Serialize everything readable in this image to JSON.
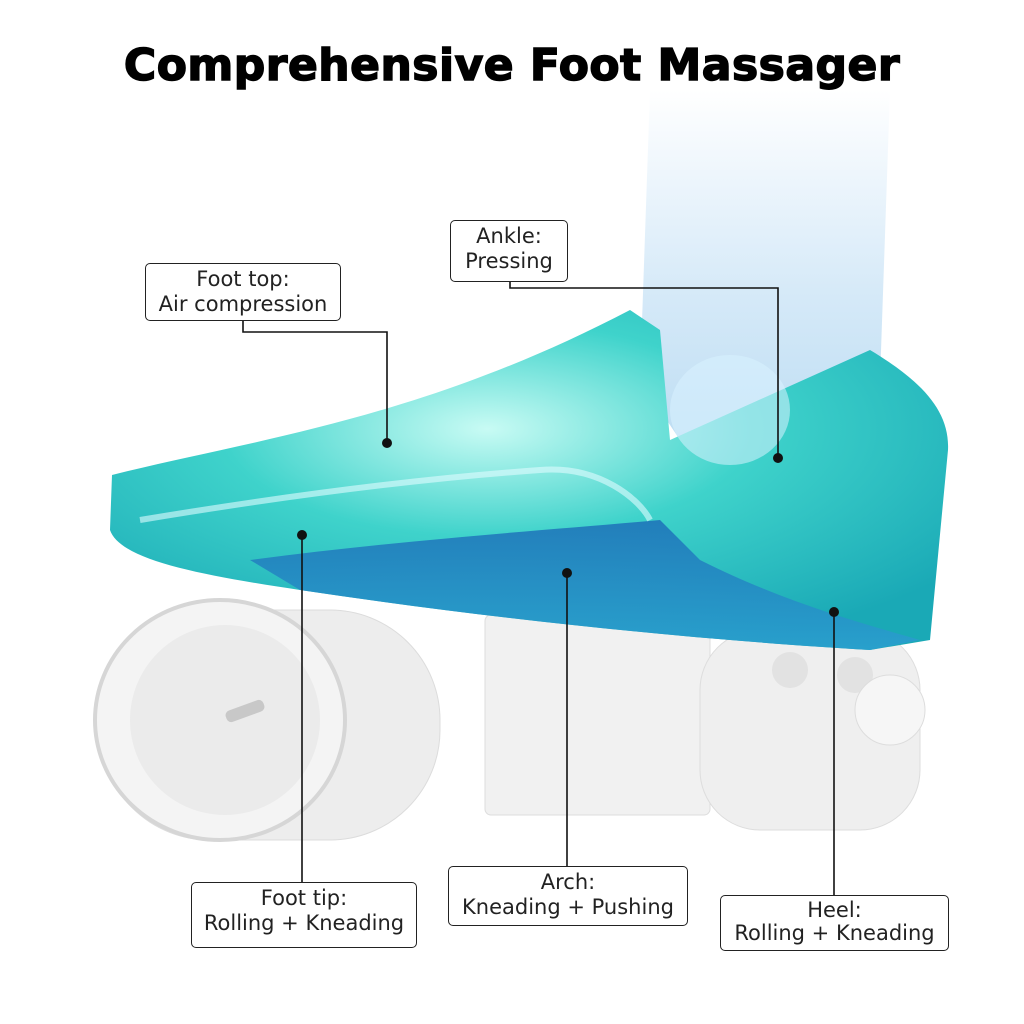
{
  "title": "Comprehensive Foot Massager",
  "colors": {
    "foot": "#2ec9c4",
    "line": "#111111",
    "device": "#e8e8e8"
  },
  "labels": {
    "foot_top": {
      "name": "Foot top:",
      "function": "Air compression"
    },
    "ankle": {
      "name": "Ankle:",
      "function": "Pressing"
    },
    "foot_tip": {
      "name": "Foot tip:",
      "function": "Rolling + Kneading"
    },
    "arch": {
      "name": "Arch:",
      "function": "Kneading + Pushing"
    },
    "heel": {
      "name": "Heel:",
      "function": "Rolling + Kneading"
    }
  }
}
